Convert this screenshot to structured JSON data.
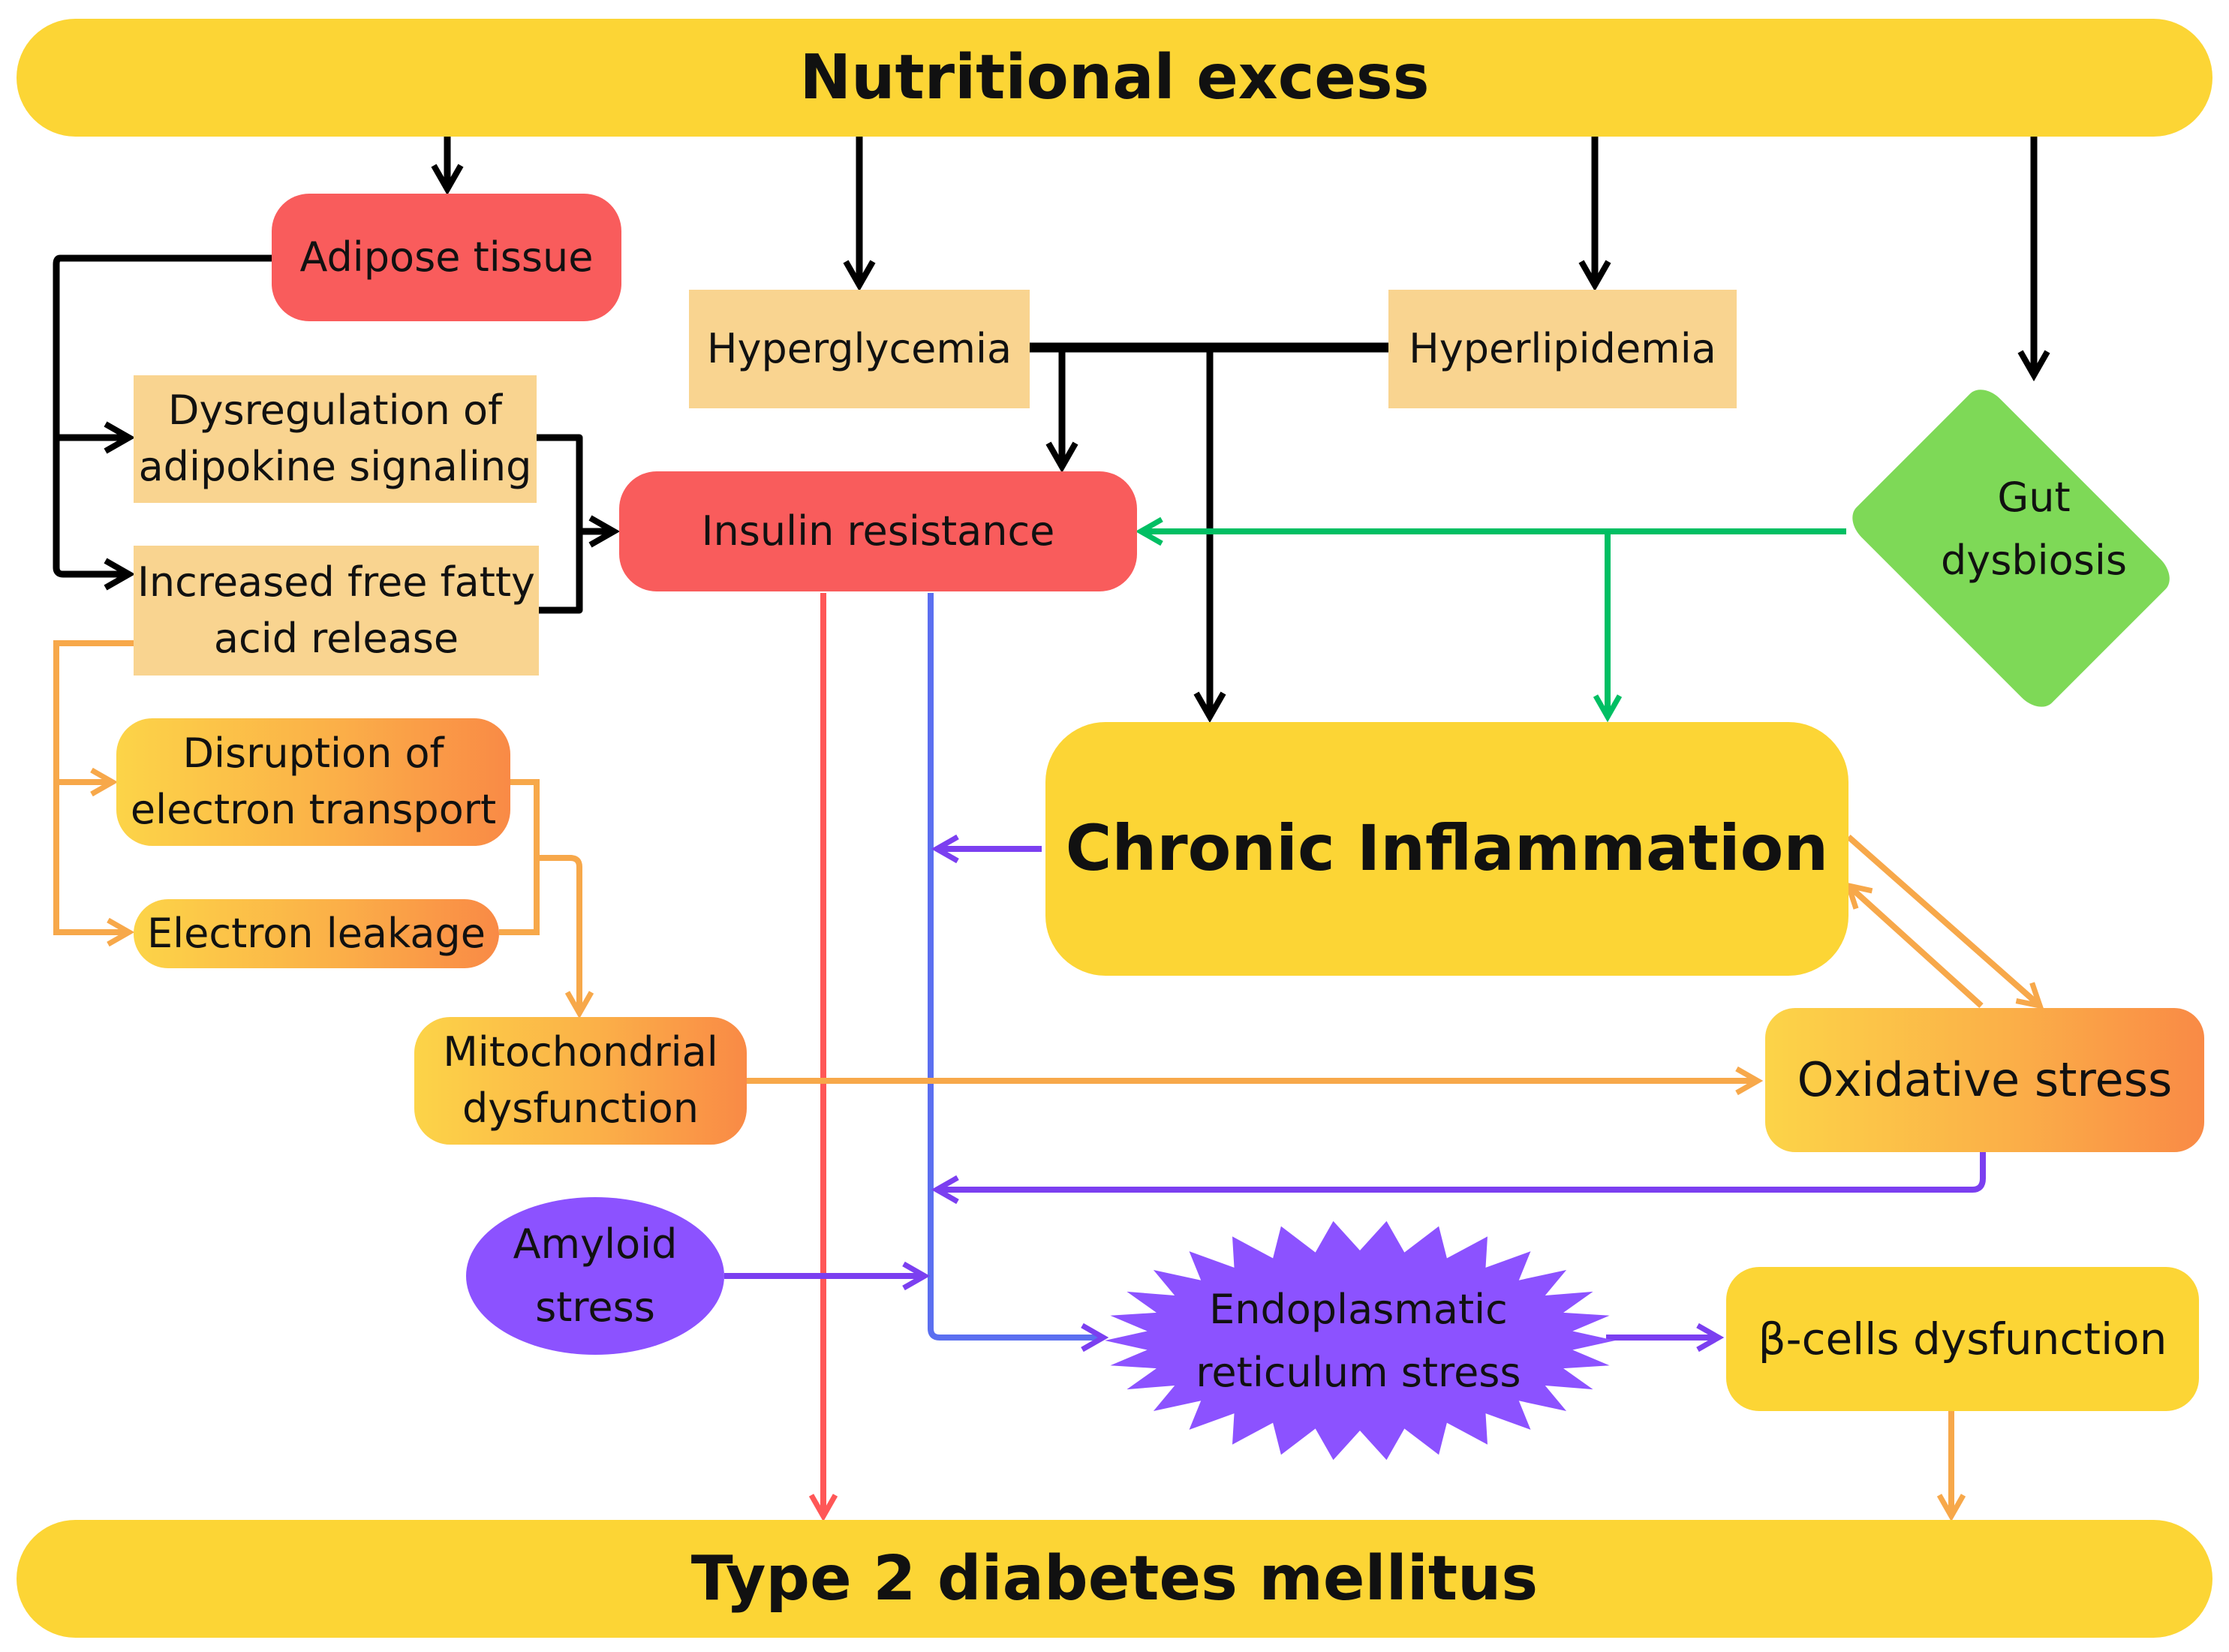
{
  "nodes": {
    "nutritional_excess": "Nutritional excess",
    "adipose_tissue": "Adipose tissue",
    "hyperglycemia": "Hyperglycemia",
    "hyperlipidemia": "Hyperlipidemia",
    "gut_dysbiosis": "Gut\ndysbiosis",
    "dysregulation_adipokine": "Dysregulation of\nadipokine signaling",
    "increased_ffa": "Increased free fatty\nacid release",
    "insulin_resistance": "Insulin resistance",
    "disruption_electron": "Disruption of\nelectron transport",
    "electron_leakage": "Electron leakage",
    "chronic_inflammation": "Chronic Inflammation",
    "mitochondrial_dysfunction": "Mitochondrial\ndysfunction",
    "oxidative_stress": "Oxidative stress",
    "amyloid_stress": "Amyloid\nstress",
    "er_stress": "Endoplasmatic\nreticulum stress",
    "beta_cells": "β-cells dysfunction",
    "t2dm": "Type 2 diabetes mellitus"
  },
  "colors": {
    "yellow": "#fcd535",
    "red": "#f95c5c",
    "sand": "#f9d490",
    "green": "#7ed957",
    "purple": "#8c52ff",
    "black_arrow": "#000000",
    "green_arrow": "#00bf63",
    "red_arrow": "#ff5757",
    "purple_arrow": "#7b3ff0",
    "orange_arrow": "#f7a84a"
  }
}
